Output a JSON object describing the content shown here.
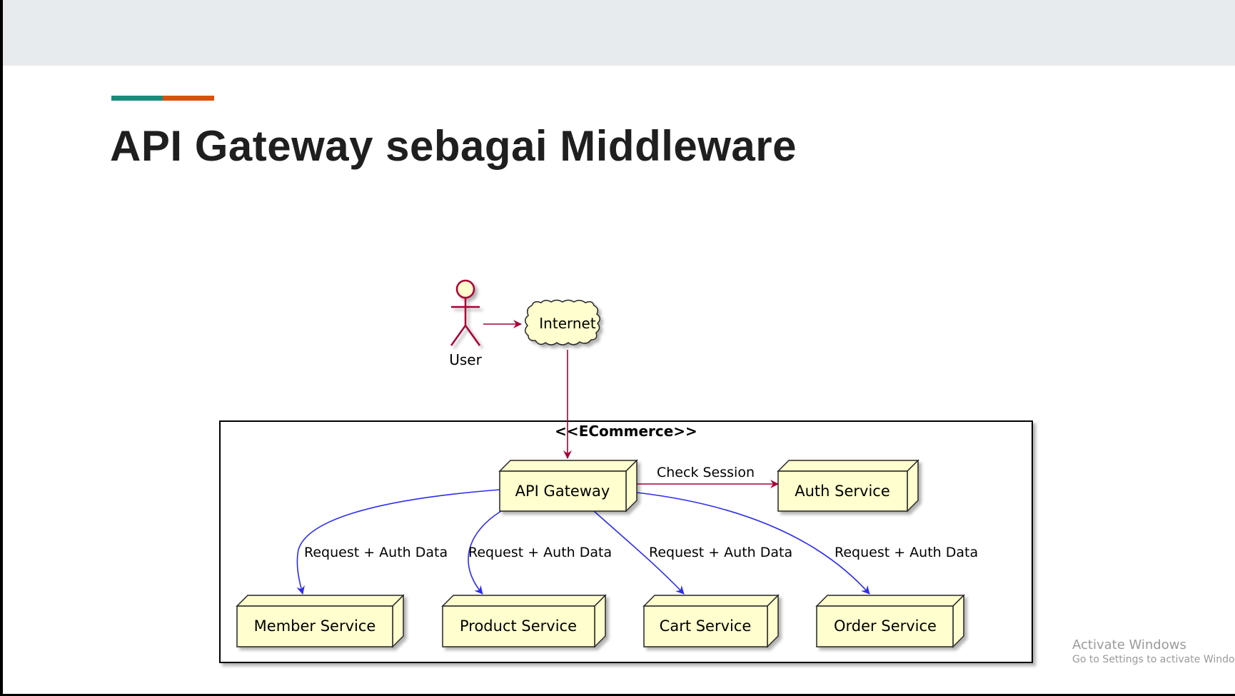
{
  "slide": {
    "title": "API Gateway sebagai Middleware",
    "accent_colors": [
      "#1a8a7a",
      "#d9510f"
    ]
  },
  "diagram": {
    "actor": {
      "label": "User"
    },
    "cloud": {
      "label": "Internet"
    },
    "package": {
      "label": "<<ECommerce>>"
    },
    "nodes": {
      "api_gateway": "API Gateway",
      "auth_service": "Auth Service",
      "member_service": "Member Service",
      "product_service": "Product Service",
      "cart_service": "Cart Service",
      "order_service": "Order Service"
    },
    "edge_labels": {
      "check_session": "Check Session",
      "request_member": "Request + Auth Data",
      "request_product": "Request + Auth Data",
      "request_cart": "Request + Auth Data",
      "request_order": "Request + Auth Data"
    },
    "colors": {
      "node_fill": "#fefece",
      "node_stroke": "#262626",
      "edge_red": "#a80036",
      "edge_blue": "#2c2cf0"
    }
  },
  "watermark": {
    "title": "Activate Windows",
    "subtitle": "Go to Settings to activate Windows."
  }
}
